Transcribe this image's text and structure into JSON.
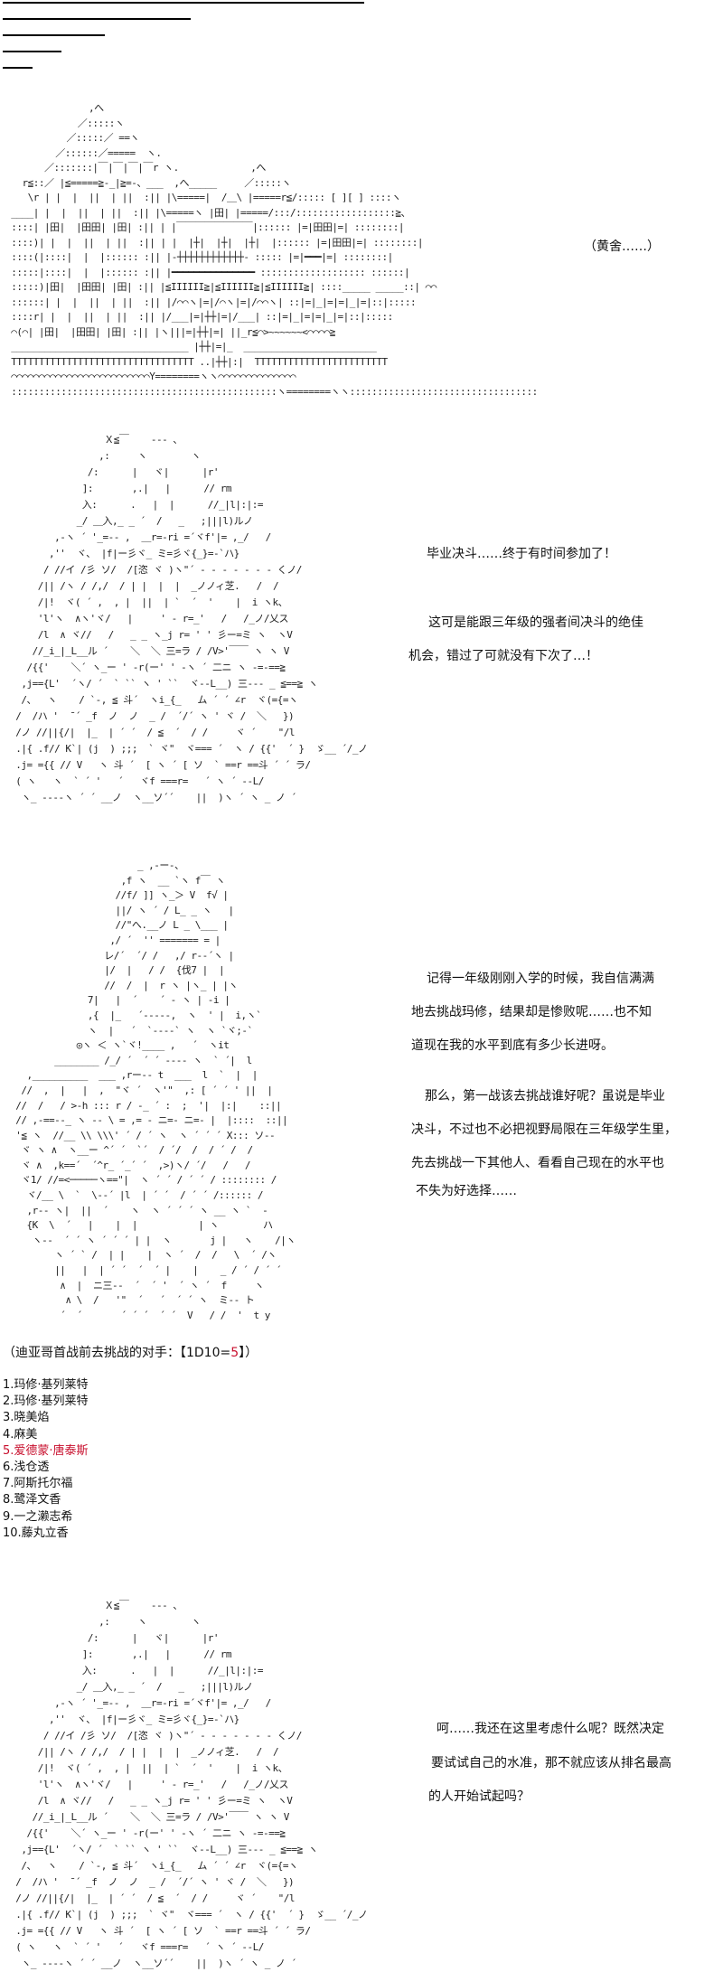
{
  "house_label": "（黄舍……）",
  "colors": {
    "highlight": "#c8102e",
    "text": "#111111"
  },
  "art": {
    "house": [
      "                ,へ",
      "              ／:::::ヽ",
      "            ／:::::／ ==ヽ",
      "          ／::::::／=====  ヽ.",
      "        ／:::::::|￣|￣|￣|￣r ヽ.             ,へ",
      "    r≦::／ |≦=====≧-_|≧=-、___  ,へ_____     ／:::::ヽ",
      "     \\r | |  |  ||  | ||  :|| |\\=====|  /＿\\ |=====r≦/::::: [ ][ ] ::::ヽ",
      "  ____| |  |  ||  | ||  :|| |\\=====ヽ |田| |=====/:::/::::::::::::::::::≧、",
      "  ::::| |田|  |田田| |田| :|| | |￣￣￣￣￣￣￣￣|:::::: |=|田田|=| ::::::::|",
      "  ::::)| |  |  ||  | ||  :|| | |  |┼|  |┼|  |┼|  |:::::: |=|田田|=| ::::::::|",
      "  ::::(|::::|  |  |:::::: :|| |-┼┼┼┼┼┼┼┼┼┼┼┼- ::::: |=|━━━|=| ::::::::|",
      "  :::::|::::|  |  |:::::: :|| |━━━━━━━━━━━━━━━ ::::::::::::::::::: ::::::|",
      "  :::::)|田|  |田田| |田| :|| |≦IIIIII≧|≦IIIIII≧|≦IIIIII≧| ::::_____ _____::| ⌒⌒",
      "  ::::::| |  |  ||  | ||  :|| |/⌒⌒ヽ|=|/⌒ヽ|=|/⌒⌒ヽ| ::|=|_|=|=|_|=|::|:::::",
      "  ::::r| |  |  ||  | ||  :|| |/___|=|┼┼|=|/___| ::|=|_|=|=|_|=|::|:::::",
      "  ⌒(⌒| |田|  |田田| |田| :|| |ヽ|||=|┼┼|=| ||_r≦⌒>~~~~~~<⌒⌒⌒⌒≧",
      "  ________________________________ |┼┼|=|_  ________________________",
      "  TTTTTTTTTTTTTTTTTTTTTTTTTTTTTTTTT ..|┼┼|:|  TTTTTTTTTTTTTTTTTTTTTTTT",
      "  ⌒⌒⌒⌒⌒⌒⌒⌒⌒⌒⌒⌒⌒⌒⌒⌒⌒⌒⌒⌒⌒⌒⌒⌒⌒Y========ヽヽ⌒⌒⌒⌒⌒⌒⌒⌒⌒⌒⌒⌒⌒⌒",
      "  ::::::::::::::::::::::::::::::::::::::::::::::::ヽ========ヽヽ::::::::::::::::::::::::::::::::::"
    ],
    "figure_a": [
      "                  Ｘ≦￣    ‐-- 、",
      "                 ,:     ヽ        ヽ",
      "               /:      |   ヾ|      |r'",
      "              ]:       ,.|   |      // rm",
      "              入:      .   |  |      //_|l|:|:=",
      "             _/ ＿入,_ _ ´  /   _   ;|||l)ルノ",
      "         ,-ヽ ´ '_=-- ,  ＿r=-ri =´ヾf'|= ,_/   /",
      "        ,''  ヾ、 |f|ー彡ヾ_ ミ=彡ヾ{_}=-`ハ}",
      "       / //イ /彡 ソ/  /[恣 ヾ )ヽ\"´ - ‐ - - ‐ - ‐ くノ/",
      "      /|| /ヽ / /,/  / | |  |  |  _ノノィ芝.   /  /",
      "      /|!  ヾ( ´ ,  , |  ||  | `  ´  '    |  i ヽk、",
      "      'l'ヽ  ∧ヽ'ヾ/   |     ' ‐ r=_'   /   /_ノ/乂ス",
      "      /l  ∧ ヾ//   /   _ _ ヽ_j r= ' ' 彡ー=ミ ヽ  ヽV",
      "     //_i_|_L__ル ´    ＼  ＼ 三=ラ / /V>'￣￣ ヽ ヽ V",
      "    /{{'    ＼´ ヽ_ー ' -r(ー' ' -ヽ ´ 二ニ ヽ -=-==≧",
      "   ,j=={L'  ´ヽ/ ´  ` `` ヽ ' ``  ヾ--L__) 三--- _ ≦==≧ ヽ",
      "   /、  ヽ    / `-, ≦ 斗´  ヽi_{_   ム ´ ´ ∠r  ヾ(={=ヽ",
      "  /  /ハ '  ̄ ´ _f  ノ  ノ  _ /  ´/´ ヽ ' ヾ /  ＼   })",
      "  /ノ //||{/|  |_  | ´ ´  / ≦  ´  / /     ヾ ´    \"/l",
      "  .|{ .f// K`| (j  ) ;;;  ` ヾ\"  ヾ=== ´  ヽ / {{'  ´ }  ゞ__ ´/_ノ",
      "  .j= ={{ // V   ヽ 斗 ´  [ ヽ ´ [ ソ  ` ==r ==斗 ´ ´ ラ/",
      "  ( ヽ   ヽ  ` ´ '   ´   ヾf ===r=   ´ ヽ ´ --L/",
      "   ヽ_ ----ヽ ´ ´ __ノ  ヽ__ソ´´    ||  )ヽ ´ ヽ _ ノ ´"
    ],
    "figure_b": [
      "                        _ ,-ー‐、",
      "                     ,f ヽ  __ `ヽ f￣ ヽ",
      "                    //f/ ]] ヽ_＞ V  f√ |",
      "                    ||/ ヽ ´ / L_ _ ヽ   |",
      "                    //\"へ.__ノ L _ \\___ |",
      "                   ,/ ´  '' ======= = |",
      "                  レ/´  ´/ /   ,/ r--´ヽ |",
      "                  |/  |   / /  {伐7 |  |",
      "                  //  /  |  r ヽ |ヽ_ | |ヽ",
      "               7|   |  ´    ´ - ヽ | -i |",
      "               ,{  |_   ´-----,  ヽ  ' |  i,ヽ`",
      "               ヽ  |   ´  `----` ヽ  ヽ `ヾ;-`",
      "             ◎ヽ ＜ ヽ`ヾ!____ ,   ´  ヽit",
      "         ________ /_/ ´  ´ ´ ---- ヽ  ` ´|  l",
      "    ,__________  ___ ,rー-- t  ___  l  `  |  |",
      "   //  ,  |   |  ,  \"ヾ ´  ヽ'\"  ,: [ ´ ´ ' ||  |",
      "  //  /   / >-h ::: r / -_ ´ :  ;  '|  |:|    ::||",
      "  // ,-==--_ ヽ -- \\ = ,= - ニ=- ニ=- |  |::::  ::||",
      "  '≦ ヽ  //__ \\\\ \\\\\\' ´ / ´ ヽ  ヽ ´ ´ ´ X::: ソ--",
      "   ヾ ヽ ∧  ヽ__ー ^´ ´  `´  / ´/  /  / ´ /  /",
      "   ヾ ∧  ,k==´  ´^r_ ´_´ ´  ,>)ヽ/ ´/   /   /",
      "   ヾ1/ //=<─────ヽ==\"|  ヽ ´ ´ / ´ ´ / :::::::: /",
      "    ヾ/__ \\  `  \\--´ |l  | ´ ´  / ´ ´ /:::::: /",
      "    ,r-- ヽ|  ||  ´    ヽ  ヽ ´ ´ ´ ヽ __ ヽ `  -",
      "    {K  \\  ´   |    |  |           | ヽ        ハ",
      "     ヽ--  ´ ´ ヽ ´ ´ ´ | |  ヽ       j |   ヽ    /|ヽ",
      "         ヽ ´ ` /  | |    |  ヽ ´  /  /   \\  ´ /ヽ",
      "         ||   |  | ´ ´  ´  ´ |    |    _ / ´ / ´ ´",
      "          ∧  |  ニ三--  ´  ´ '  ´ ヽ ´  f     ヽ",
      "           ∧ \\  /   '\"  ´   ´  ´ ´ ヽ  ミ-- ト",
      "          ´  ´       ´ ´ ´  ´ ´  V   / /  '  t y"
    ]
  },
  "figure_a_narration": [
    "毕业决斗……终于有时间参加了！",
    "这可是能跟三年级的强者间决斗的绝佳",
    "机会，错过了可就没有下次了…！"
  ],
  "figure_b_narration": [
    "记得一年级刚刚入学的时候，我自信满满",
    "地去挑战玛修，结果却是惨败呢……也不知",
    "道现在我的水平到底有多少长进呀。",
    "那么，第一战该去挑战谁好呢？虽说是毕业",
    "决斗，不过也不必把视野局限在三年级学生里，",
    "先去挑战一下其他人、看看自己现在的水平也",
    "不失为好选择……"
  ],
  "dice": {
    "prefix": "（迪亚哥首战前去挑战的对手：【1D10=",
    "result": "5",
    "suffix": "】）"
  },
  "options": [
    "1.玛修·基列莱特",
    "2.玛修·基列莱特",
    "3.晓美焰",
    "4.麻美",
    "5.爱德蒙·唐泰斯",
    "6.浅仓透",
    "7.阿斯托尔福",
    "8.鹭泽文香",
    "9.一之濑志希",
    "10.藤丸立香"
  ],
  "selected_option_index": 4,
  "figure_c_narration": [
    "呵……我还在这里考虑什么呢？既然决定",
    "要试试自己的水准，那不就应该从排名最高",
    "的人开始试起吗？"
  ]
}
